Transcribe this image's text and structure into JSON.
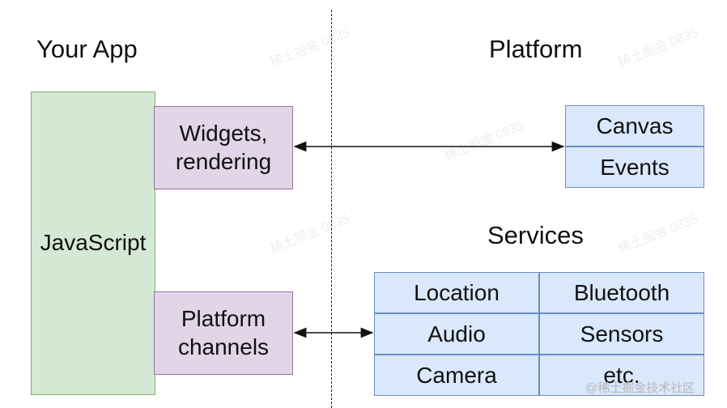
{
  "headings": {
    "your_app": "Your App",
    "platform": "Platform",
    "services": "Services"
  },
  "app": {
    "javascript": "JavaScript",
    "widgets_line1": "Widgets,",
    "widgets_line2": "rendering",
    "channels_line1": "Platform",
    "channels_line2": "channels"
  },
  "platform_items": [
    "Canvas",
    "Events"
  ],
  "services_grid": [
    [
      "Location",
      "Bluetooth"
    ],
    [
      "Audio",
      "Sensors"
    ],
    [
      "Camera",
      "etc."
    ]
  ],
  "watermark": "稀土掘金 0835",
  "credit": "@稀土掘金技术社区",
  "colors": {
    "green_fill": "#d5e8d4",
    "green_stroke": "#82b366",
    "purple_fill": "#e1d5e7",
    "purple_stroke": "#9673a6",
    "blue_fill": "#dae8fc",
    "blue_stroke": "#6c8ebf"
  }
}
